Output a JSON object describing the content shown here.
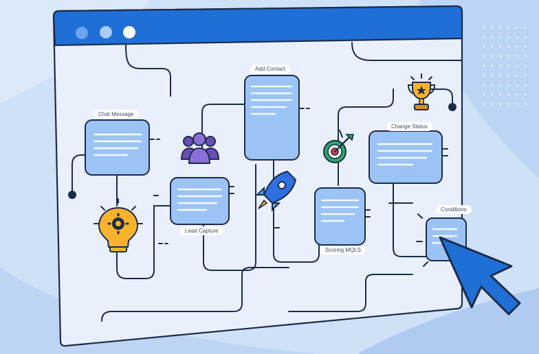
{
  "window": {
    "title_bar_color": "#1f6fd6",
    "canvas_color": "#e9f0fb"
  },
  "nodes": [
    {
      "id": "chat-message",
      "label": "Chat Message"
    },
    {
      "id": "add-contact",
      "label": "Add Contact"
    },
    {
      "id": "lead-capture",
      "label": "Lead Capture"
    },
    {
      "id": "change-status",
      "label": "Change Status"
    },
    {
      "id": "scoring-mqls",
      "label": "Scoring MQLS"
    },
    {
      "id": "conditions",
      "label": "Conditions"
    }
  ],
  "icons": [
    "lightbulb-gear-icon",
    "people-group-icon",
    "rocket-icon",
    "target-dart-icon",
    "trophy-icon",
    "cursor-arrow-icon"
  ],
  "colors": {
    "accent": "#1f6fd6",
    "node_fill": "#9cc3f5",
    "node_stroke": "#1c2b4a",
    "connector": "#1c2b4a"
  }
}
